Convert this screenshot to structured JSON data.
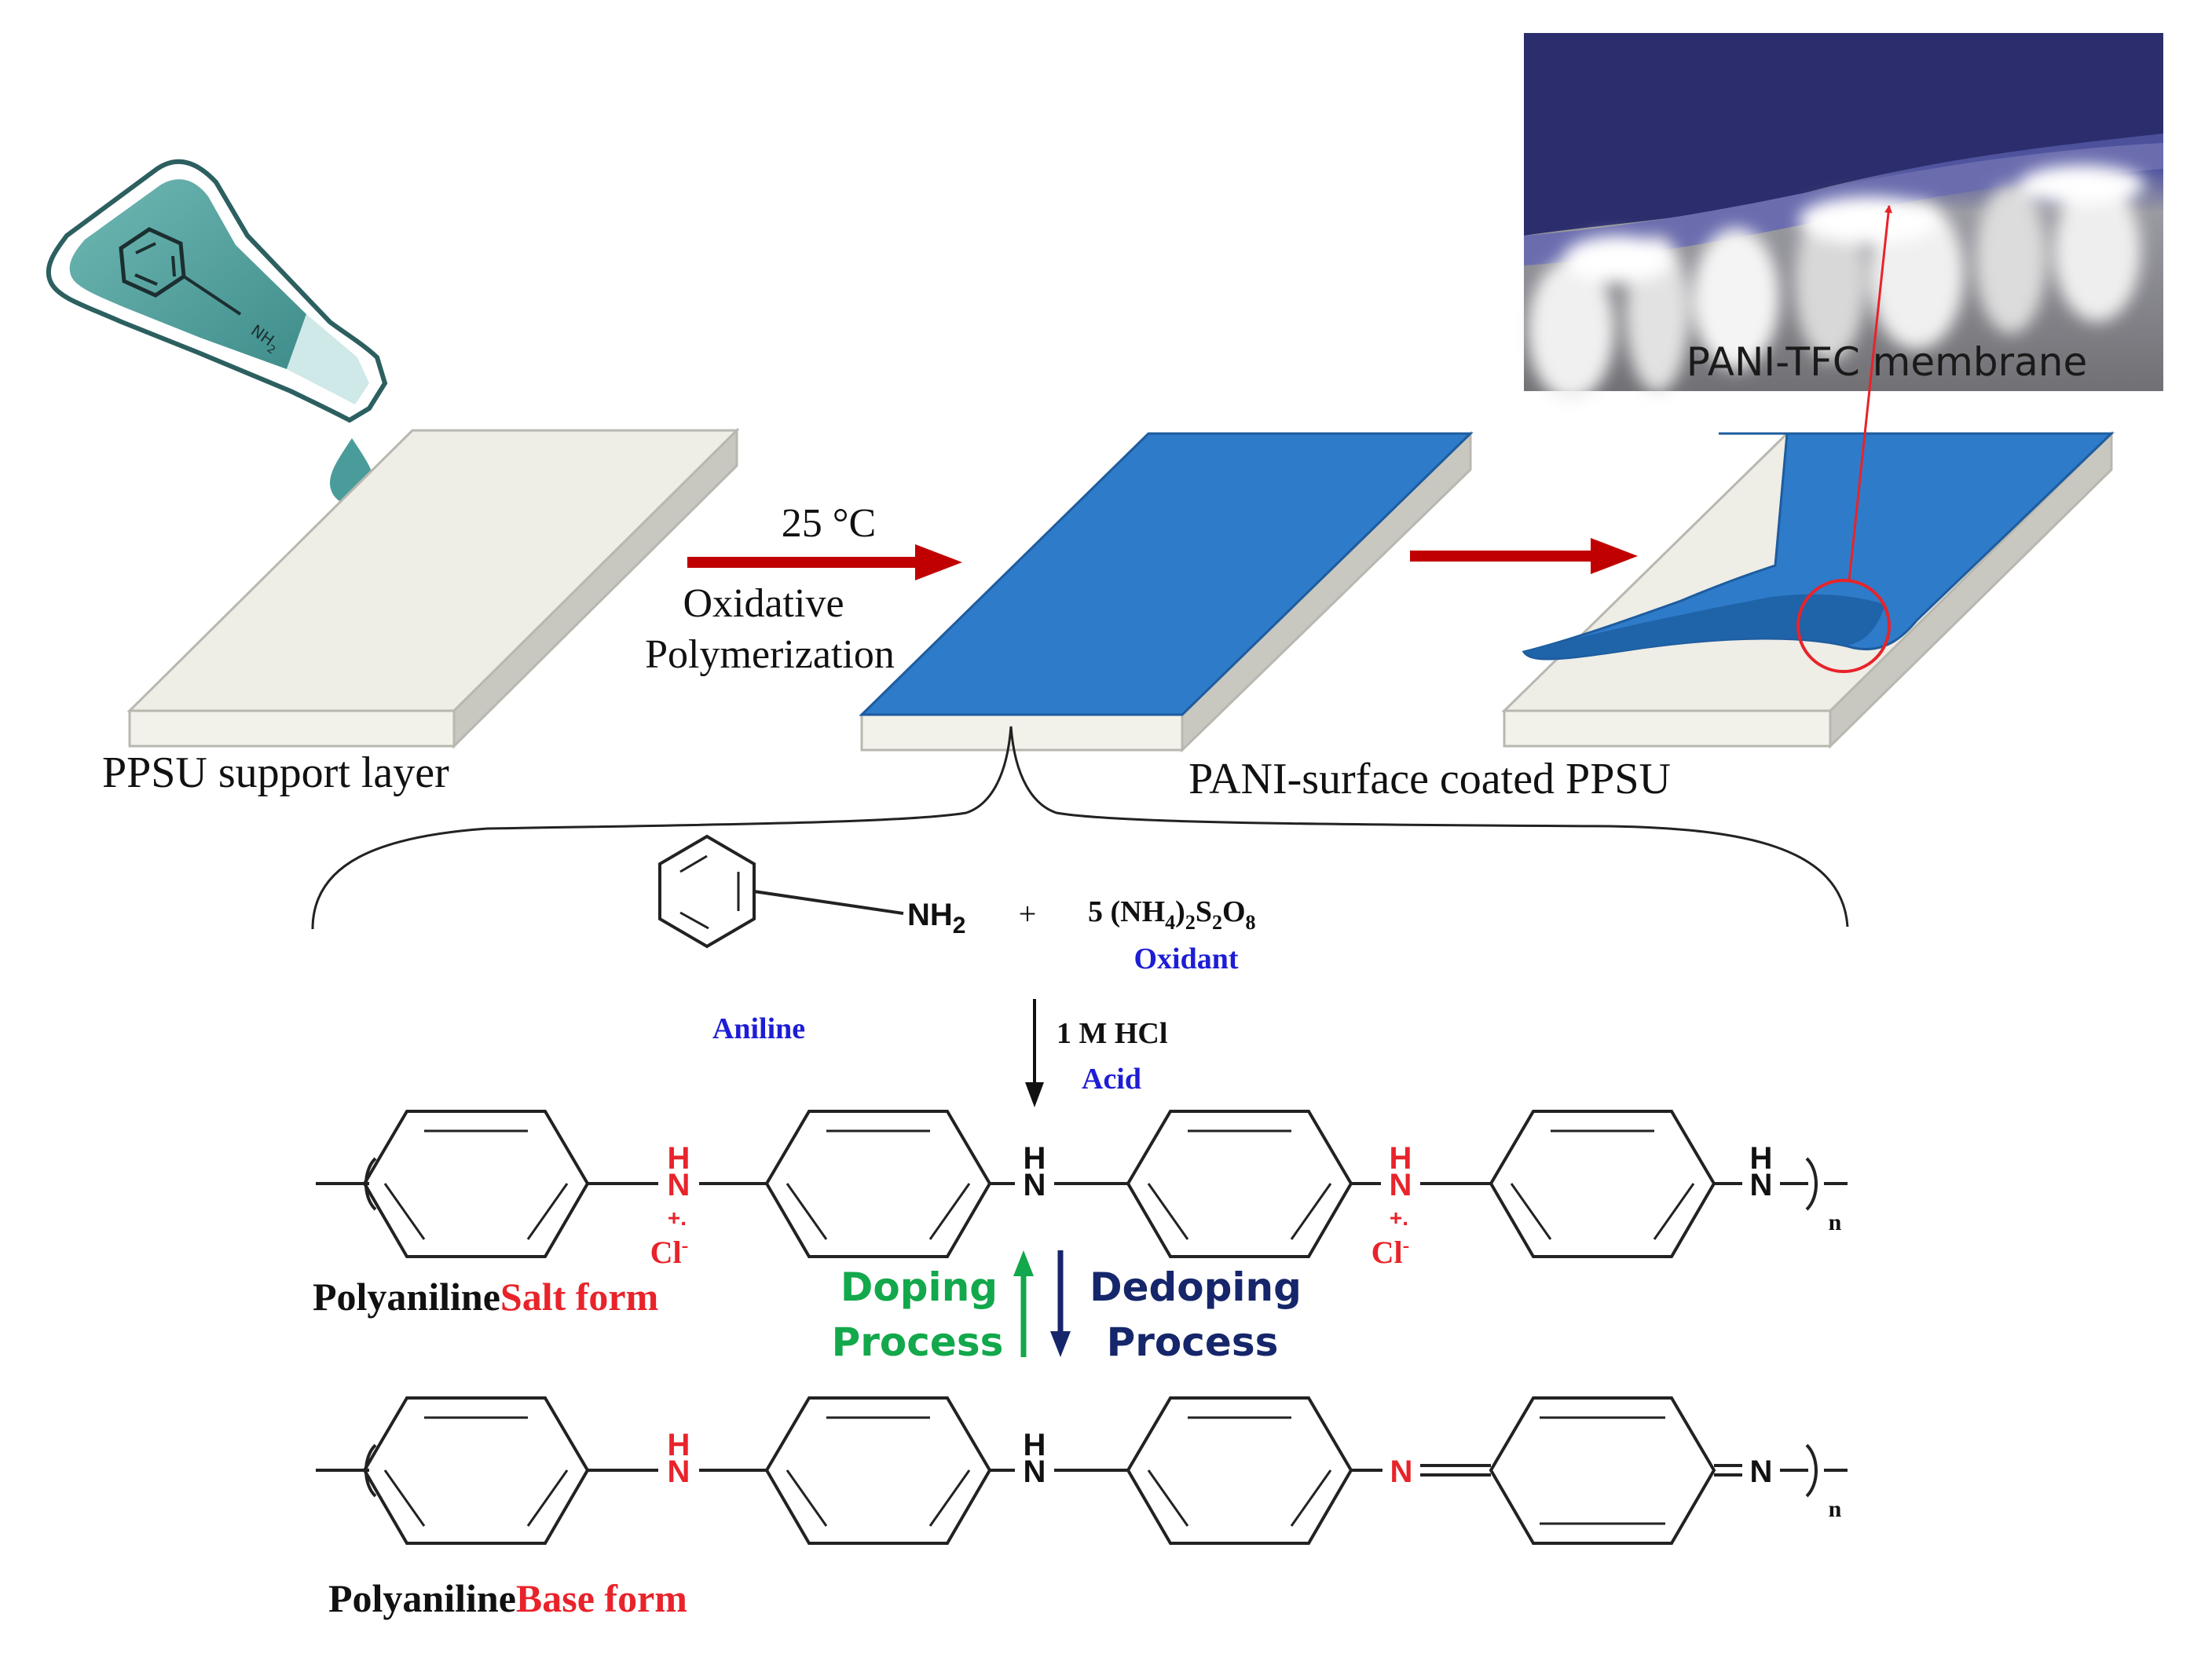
{
  "labels": {
    "support_layer": "PPSU support layer",
    "temperature": "25 °C",
    "oxidative": "Oxidative",
    "polymerization": "Polymerization",
    "pani_coated": "PANI-surface coated PPSU",
    "sem_caption": "PANI-TFC membrane",
    "flask_group": "NH",
    "flask_sub": "2"
  },
  "reaction": {
    "aniline_group": "NH",
    "aniline_sub": "2",
    "plus": "+",
    "oxidant_coef": "5 (NH",
    "oxidant_s1": "4",
    "oxidant_mid": ")",
    "oxidant_s2": "2",
    "oxidant_s": "S",
    "oxidant_s3": "2",
    "oxidant_o": "O",
    "oxidant_s4": "8",
    "oxidant_label": "Oxidant",
    "aniline_label": "Aniline",
    "acid_conc": "1 M HCl",
    "acid_label": "Acid"
  },
  "polymer": {
    "h": "H",
    "n": "N",
    "radical_plus": "+.",
    "chloride": "Cl",
    "chloride_charge": "-",
    "repeat": "n",
    "salt_prefix": "Polyaniline",
    "salt_form": "Salt form",
    "base_prefix": "Polyaniline",
    "base_form": "Base form",
    "doping_line1": "Doping",
    "doping_line2": "Process",
    "dedoping_line1": "Dedoping",
    "dedoping_line2": "Process"
  },
  "colors": {
    "pani_blue": "#2e7bc9",
    "arrow_red": "#c00000",
    "label_red": "#e8232a",
    "label_blue": "#1d1dd6",
    "doping_green": "#12a84b",
    "dedoping_navy": "#16266a",
    "flask_teal": "#5aa6a4",
    "membrane_gray": "#eeede6"
  }
}
